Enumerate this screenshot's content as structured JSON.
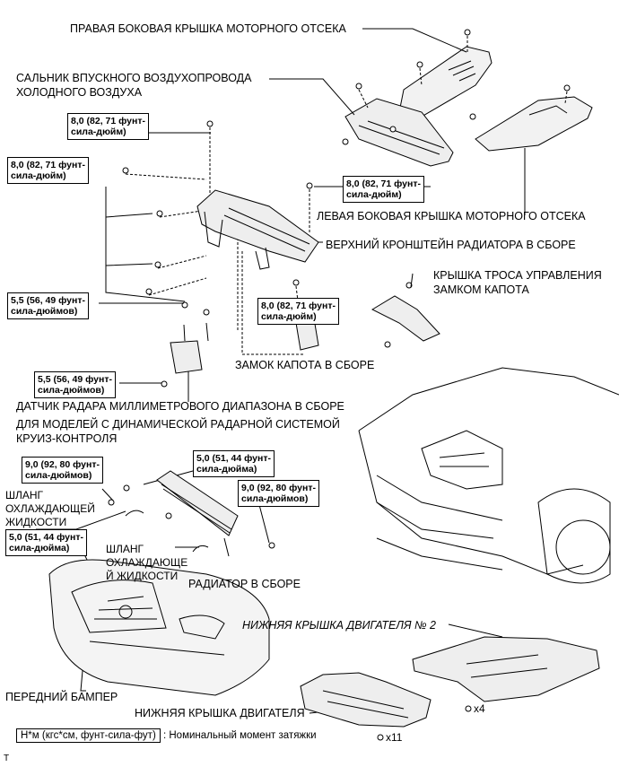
{
  "labels": {
    "right_cover": "ПРАВАЯ БОКОВАЯ КРЫШКА МОТОРНОГО ОТСЕКА",
    "intake_seal_1": "САЛЬНИК ВПУСКНОГО ВОЗДУХОПРОВОДА",
    "intake_seal_2": "ХОЛОДНОГО ВОЗДУХА",
    "left_cover": "ЛЕВАЯ БОКОВАЯ КРЫШКА МОТОРНОГО ОТСЕКА",
    "upper_bracket": "ВЕРХНИЙ КРОНШТЕЙН РАДИАТОРА В СБОРЕ",
    "cable_cover_1": "КРЫШКА ТРОСА УПРАВЛЕНИЯ",
    "cable_cover_2": "ЗАМКОМ КАПОТА",
    "hood_lock": "ЗАМОК КАПОТА В СБОРЕ",
    "radar_sensor": "ДАТЧИК РАДАРА МИЛЛИМЕТРОВОГО ДИАПАЗОНА В СБОРЕ",
    "radar_models_1": "ДЛЯ МОДЕЛЕЙ С ДИНАМИЧЕСКОЙ РАДАРНОЙ СИСТЕМОЙ",
    "radar_models_2": "КРУИЗ-КОНТРОЛЯ",
    "hose1_1": "ШЛАНГ",
    "hose1_2": "ОХЛАЖДАЮЩЕЙ",
    "hose1_3": "ЖИДКОСТИ",
    "hose2_1": "ШЛАНГ",
    "hose2_2": "ОХЛАЖДАЮЩЕ",
    "hose2_3": "Й ЖИДКОСТИ",
    "radiator": "РАДИАТОР В СБОРЕ",
    "front_bumper": "ПЕРЕДНИЙ БАМПЕР",
    "under_cover_2": "НИЖНЯЯ КРЫШКА ДВИГАТЕЛЯ № 2",
    "under_cover": "НИЖНЯЯ КРЫШКА ДВИГАТЕЛЯ",
    "qty_x4": "x4",
    "qty_x11": "x11",
    "corner_mark": "T"
  },
  "torques": {
    "t1_a": "8,0 (82, 71 фунт-",
    "t1_b": "сила-дюйм)",
    "t2_a": "8,0 (82, 71 фунт-",
    "t2_b": "сила-дюйм)",
    "t3_a": "8,0 (82, 71 фунт-",
    "t3_b": "сила-дюйм)",
    "t4_a": "5,5 (56, 49 фунт-",
    "t4_b": "сила-дюймов)",
    "t5_a": "8,0 (82, 71 фунт-",
    "t5_b": "сила-дюйм)",
    "t6_a": "5,5 (56, 49 фунт-",
    "t6_b": "сила-дюймов)",
    "t7_a": "5,0 (51, 44 фунт-",
    "t7_b": "сила-дюйма)",
    "t8_a": "9,0 (92, 80 фунт-",
    "t8_b": "сила-дюймов)",
    "t9_a": "9,0 (92, 80 фунт-",
    "t9_b": "сила-дюймов)",
    "t10_a": "5,0 (51, 44 фунт-",
    "t10_b": "сила-дюйма)"
  },
  "legend": {
    "unit_box": "Н*м (кгс*см, фунт-сила-фут)",
    "text": ": Номинальный момент затяжки"
  }
}
